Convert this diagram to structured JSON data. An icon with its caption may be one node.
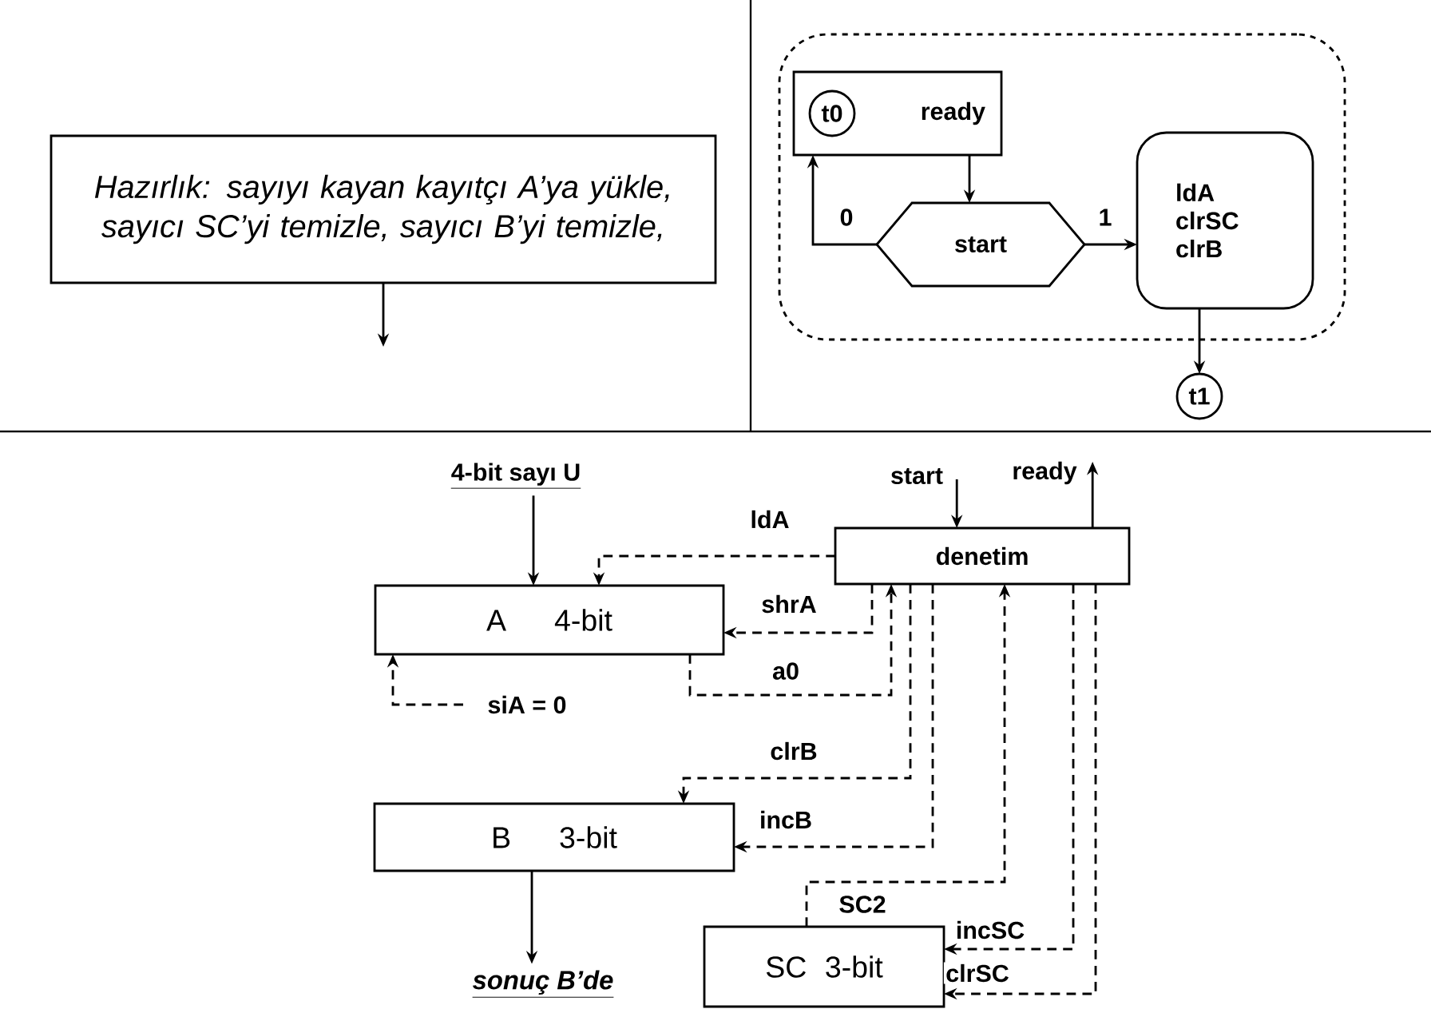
{
  "diagram": {
    "nodes": [
      {
        "text": [
          "Hazırlık: sayıyı kayan kayıtçı A’ya yükle, sayıcı SC’yi temizle, sayıcı B’yi temizle,"
        ]
      },
      {
        "text": [],
        "shape": "cloud"
      },
      {
        "text": [
          "ready"
        ],
        "in": 1
      },
      {
        "text": [
          "t0"
        ],
        "in": 2
      },
      {
        "text": [
          "start"
        ],
        "in": 1
      },
      {
        "text": [
          "ldA clrSC clrB"
        ],
        "in": 1
      },
      {
        "text": [
          "t1"
        ]
      },
      {
        "text": [
          "4-bit sayı U"
        ]
      },
      {
        "text": [
          "start"
        ]
      },
      {
        "text": [
          "ready"
        ]
      },
      {
        "text": [
          "denetim"
        ]
      },
      {
        "text": [
          "A",
          "4-bit"
        ]
      },
      {
        "text": [
          "B",
          "3-bit"
        ]
      },
      {
        "text": [
          "SC",
          "3-bit"
        ]
      },
      {
        "text": [
          "sonuç B’de"
        ]
      }
    ],
    "edges": [
      {
        "from": 0,
        "to": null,
        "arrow": "to"
      },
      {
        "from": 2,
        "to": 4,
        "arrow": "to"
      },
      {
        "from": 4,
        "to": 2,
        "arrow": "to",
        "label": "0"
      },
      {
        "from": 4,
        "to": 5,
        "arrow": "to",
        "label": "1"
      },
      {
        "from": 5,
        "to": 6,
        "arrow": "to"
      },
      {
        "from": 7,
        "to": 11,
        "arrow": "to"
      },
      {
        "from": 8,
        "to": 10,
        "arrow": "to"
      },
      {
        "from": 10,
        "to": 9,
        "arrow": "to"
      },
      {
        "from": 10,
        "to": 11,
        "arrow": "to",
        "label": "ldA",
        "style": "dashed"
      },
      {
        "from": 10,
        "to": 11,
        "arrow": "to",
        "label": "shrA",
        "style": "dashed"
      },
      {
        "from": 11,
        "to": 10,
        "arrow": "to",
        "label": "a0",
        "style": "dashed"
      },
      {
        "from": null,
        "to": 11,
        "arrow": "to",
        "label": "siA = 0",
        "style": "dashed"
      },
      {
        "from": 10,
        "to": 12,
        "arrow": "to",
        "label": "clrB",
        "style": "dashed"
      },
      {
        "from": 10,
        "to": 12,
        "arrow": "to",
        "label": "incB",
        "style": "dashed"
      },
      {
        "from": 13,
        "to": 10,
        "arrow": "to",
        "label": "SC2",
        "style": "dashed"
      },
      {
        "from": 10,
        "to": 13,
        "arrow": "to",
        "label": "incSC",
        "style": "dashed"
      },
      {
        "from": 10,
        "to": 13,
        "arrow": "to",
        "label": "clrSC",
        "style": "dashed"
      },
      {
        "from": 12,
        "to": 14,
        "arrow": "to"
      }
    ]
  }
}
